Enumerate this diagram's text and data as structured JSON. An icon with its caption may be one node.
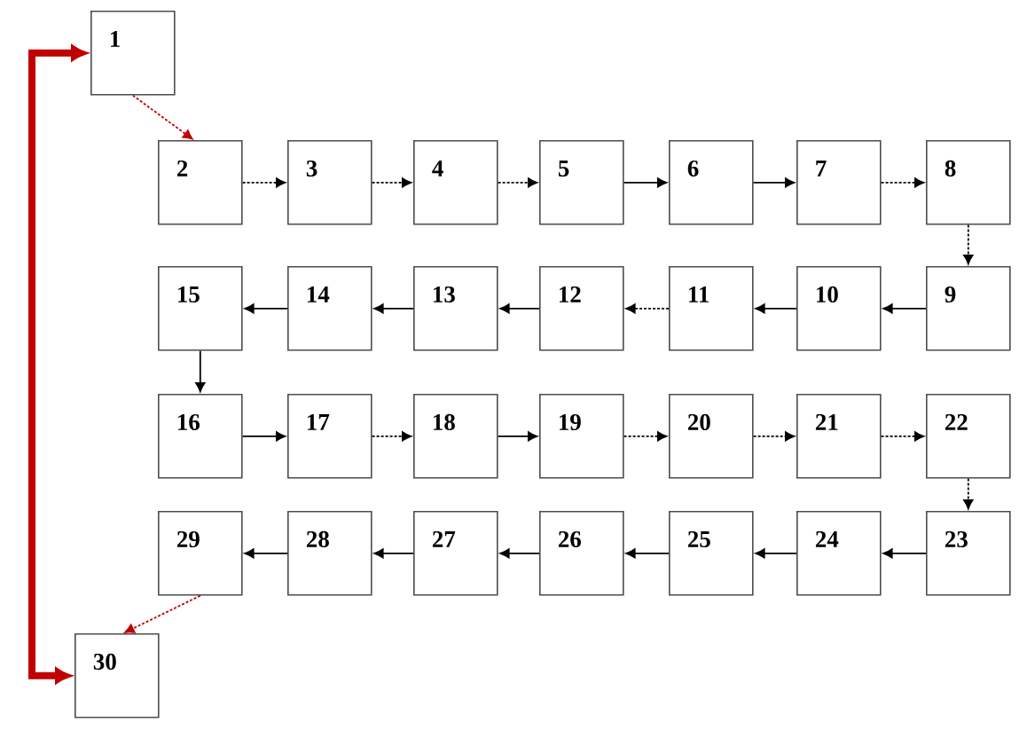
{
  "diagram": {
    "nodes": [
      {
        "text": [
          "1"
        ]
      },
      {
        "text": [
          "2"
        ]
      },
      {
        "text": [
          "3"
        ]
      },
      {
        "text": [
          "4"
        ]
      },
      {
        "text": [
          "5"
        ]
      },
      {
        "text": [
          "6"
        ]
      },
      {
        "text": [
          "7"
        ]
      },
      {
        "text": [
          "8"
        ]
      },
      {
        "text": [
          "9"
        ]
      },
      {
        "text": [
          "10"
        ]
      },
      {
        "text": [
          "11"
        ]
      },
      {
        "text": [
          "12"
        ]
      },
      {
        "text": [
          "13"
        ]
      },
      {
        "text": [
          "14"
        ]
      },
      {
        "text": [
          "15"
        ]
      },
      {
        "text": [
          "16"
        ]
      },
      {
        "text": [
          "17"
        ]
      },
      {
        "text": [
          "18"
        ]
      },
      {
        "text": [
          "19"
        ]
      },
      {
        "text": [
          "20"
        ]
      },
      {
        "text": [
          "21"
        ]
      },
      {
        "text": [
          "22"
        ]
      },
      {
        "text": [
          "23"
        ]
      },
      {
        "text": [
          "24"
        ]
      },
      {
        "text": [
          "25"
        ]
      },
      {
        "text": [
          "26"
        ]
      },
      {
        "text": [
          "27"
        ]
      },
      {
        "text": [
          "28"
        ]
      },
      {
        "text": [
          "29"
        ]
      },
      {
        "text": [
          "30"
        ]
      }
    ],
    "edges": [
      {
        "from": 0,
        "to": 1,
        "arrow": "to",
        "style": "dashed",
        "color": "#c00000"
      },
      {
        "from": 1,
        "to": 2,
        "arrow": "to",
        "style": "dashed"
      },
      {
        "from": 2,
        "to": 3,
        "arrow": "to",
        "style": "dashed"
      },
      {
        "from": 3,
        "to": 4,
        "arrow": "to",
        "style": "dashed"
      },
      {
        "from": 4,
        "to": 5,
        "arrow": "to"
      },
      {
        "from": 5,
        "to": 6,
        "arrow": "to"
      },
      {
        "from": 6,
        "to": 7,
        "arrow": "to",
        "style": "dashed"
      },
      {
        "from": 7,
        "to": 8,
        "arrow": "to",
        "style": "dashed"
      },
      {
        "from": 8,
        "to": 9,
        "arrow": "to"
      },
      {
        "from": 9,
        "to": 10,
        "arrow": "to"
      },
      {
        "from": 10,
        "to": 11,
        "arrow": "to",
        "style": "dashed"
      },
      {
        "from": 11,
        "to": 12,
        "arrow": "to"
      },
      {
        "from": 12,
        "to": 13,
        "arrow": "to"
      },
      {
        "from": 13,
        "to": 14,
        "arrow": "to"
      },
      {
        "from": 14,
        "to": 15,
        "arrow": "to"
      },
      {
        "from": 15,
        "to": 16,
        "arrow": "to"
      },
      {
        "from": 16,
        "to": 17,
        "arrow": "to",
        "style": "dashed"
      },
      {
        "from": 17,
        "to": 18,
        "arrow": "to"
      },
      {
        "from": 18,
        "to": 19,
        "arrow": "to",
        "style": "dashed"
      },
      {
        "from": 19,
        "to": 20,
        "arrow": "to",
        "style": "dashed"
      },
      {
        "from": 20,
        "to": 21,
        "arrow": "to",
        "style": "dashed"
      },
      {
        "from": 21,
        "to": 22,
        "arrow": "to",
        "style": "dashed"
      },
      {
        "from": 22,
        "to": 23,
        "arrow": "to"
      },
      {
        "from": 23,
        "to": 24,
        "arrow": "to"
      },
      {
        "from": 24,
        "to": 25,
        "arrow": "to"
      },
      {
        "from": 25,
        "to": 26,
        "arrow": "to"
      },
      {
        "from": 26,
        "to": 27,
        "arrow": "to"
      },
      {
        "from": 27,
        "to": 28,
        "arrow": "to"
      },
      {
        "from": 28,
        "to": 29,
        "arrow": "to",
        "style": "dashed",
        "color": "#c00000"
      },
      {
        "from": 0,
        "to": 29,
        "arrow": "both",
        "style": "thick",
        "color": "#c00000"
      }
    ]
  }
}
